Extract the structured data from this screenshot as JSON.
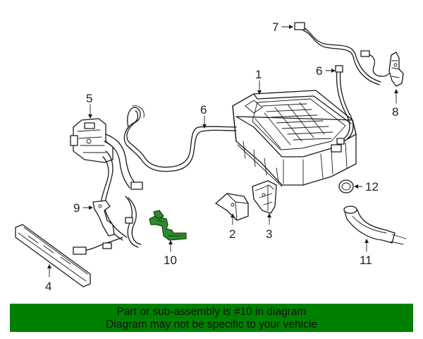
{
  "diagram": {
    "callouts": [
      {
        "id": "callout-1",
        "label": "1"
      },
      {
        "id": "callout-2",
        "label": "2"
      },
      {
        "id": "callout-3",
        "label": "3"
      },
      {
        "id": "callout-4",
        "label": "4"
      },
      {
        "id": "callout-5",
        "label": "5"
      },
      {
        "id": "callout-6a",
        "label": "6"
      },
      {
        "id": "callout-6b",
        "label": "6"
      },
      {
        "id": "callout-7",
        "label": "7"
      },
      {
        "id": "callout-8",
        "label": "8"
      },
      {
        "id": "callout-9",
        "label": "9"
      },
      {
        "id": "callout-10",
        "label": "10"
      },
      {
        "id": "callout-11",
        "label": "11"
      },
      {
        "id": "callout-12",
        "label": "12"
      }
    ],
    "highlighted_part": "10",
    "highlight_color": "#2f8a2f"
  },
  "footer": {
    "line1": "Part or sub-assembly is #10 in diagram",
    "line2": "Diagram may not be specific to your vehicle",
    "background": "#008000"
  }
}
